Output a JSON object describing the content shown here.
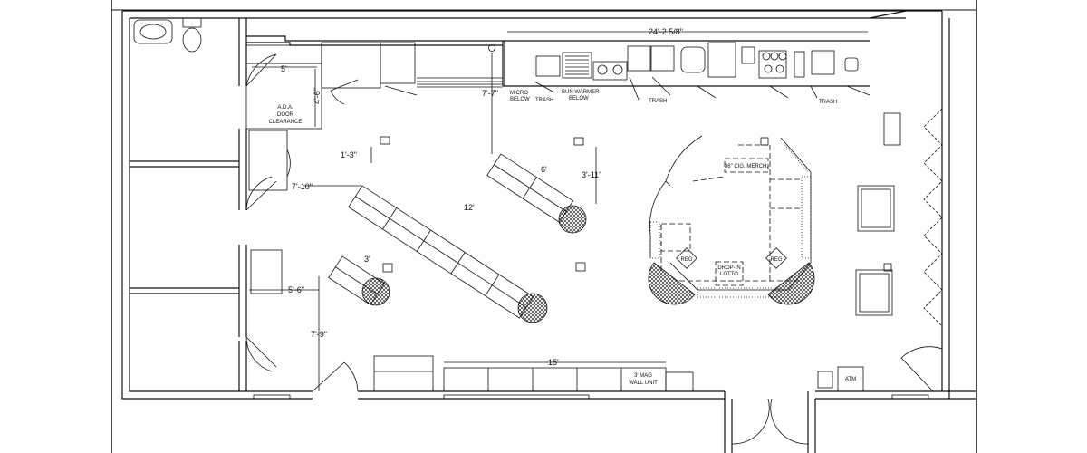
{
  "title": "Convenience store floor plan",
  "dimensions": {
    "back_counter_length": "24'-2 5/8\"",
    "aisle_to_back": "7'-7\"",
    "ada_width": "5'",
    "ada_depth": "4'-6\"",
    "gondola_offset": "1'-3\"",
    "gondola_clear": "7'-10\"",
    "long_gondola": "12'",
    "short_gondola": "6'",
    "short_gondola_offset": "3'-11\"",
    "small_gondola": "3'",
    "small_gondola_clear": "5'-6\"",
    "entry_clear": "7'-9\"",
    "front_wall_unit": "15'"
  },
  "labels": {
    "ada": [
      "A.D.A.",
      "DOOR",
      "CLEARANCE"
    ],
    "micro": [
      "MICRO",
      "BELOW"
    ],
    "bun_warmer": [
      "BUN WARMER",
      "BELOW"
    ],
    "trash": "TRASH",
    "cig_merch": "36\" CIG. MERCH.",
    "register": "REG",
    "lotto": [
      "DROP-IN",
      "LOTTO"
    ],
    "mag_unit": [
      "3' MAG",
      "WALL UNIT"
    ],
    "atm": "ATM"
  }
}
